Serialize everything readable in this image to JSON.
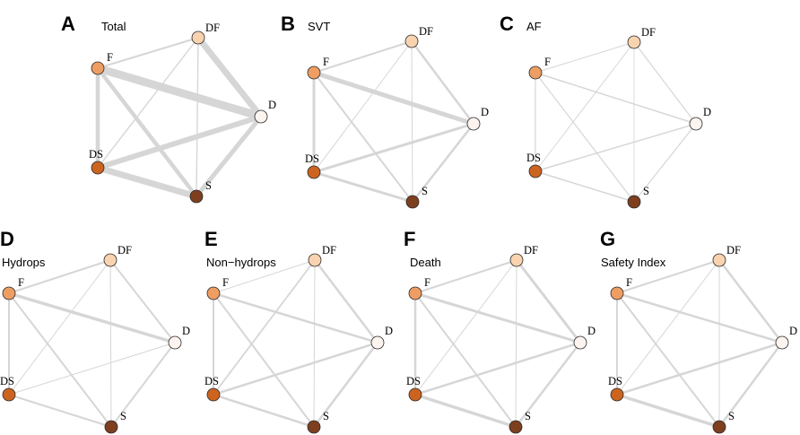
{
  "node_labels": {
    "DF": "DF",
    "F": "F",
    "D": "D",
    "DS": "DS",
    "S": "S"
  },
  "node_colors": {
    "DF": "#F9D3B0",
    "F": "#EE9E63",
    "D": "#FDF4EF",
    "DS": "#CC641F",
    "S": "#7E3F1F"
  },
  "edge_color": "#d6d6d6",
  "chart_data": [
    {
      "type": "network",
      "letter": "A",
      "title": "Total",
      "edges": [
        [
          "DF",
          "F",
          2
        ],
        [
          "DF",
          "D",
          7
        ],
        [
          "DF",
          "DS",
          1.4
        ],
        [
          "DF",
          "S",
          1.4
        ],
        [
          "F",
          "D",
          9
        ],
        [
          "F",
          "DS",
          4.5
        ],
        [
          "F",
          "S",
          4.5
        ],
        [
          "D",
          "DS",
          6
        ],
        [
          "D",
          "S",
          5
        ],
        [
          "DS",
          "S",
          7
        ]
      ]
    },
    {
      "type": "network",
      "letter": "B",
      "title": "SVT",
      "edges": [
        [
          "DF",
          "F",
          2
        ],
        [
          "DF",
          "D",
          2.5
        ],
        [
          "DF",
          "DS",
          1
        ],
        [
          "DF",
          "S",
          1
        ],
        [
          "F",
          "D",
          5
        ],
        [
          "F",
          "DS",
          3
        ],
        [
          "F",
          "S",
          2
        ],
        [
          "D",
          "DS",
          3
        ],
        [
          "D",
          "S",
          2.5
        ],
        [
          "DS",
          "S",
          3
        ]
      ]
    },
    {
      "type": "network",
      "letter": "C",
      "title": "AF",
      "edges": [
        [
          "DF",
          "F",
          1
        ],
        [
          "DF",
          "D",
          1.2
        ],
        [
          "DF",
          "DS",
          1
        ],
        [
          "DF",
          "S",
          0.8
        ],
        [
          "F",
          "D",
          1.5
        ],
        [
          "F",
          "DS",
          1.2
        ],
        [
          "F",
          "S",
          1.2
        ],
        [
          "D",
          "DS",
          1.5
        ],
        [
          "D",
          "S",
          1.2
        ],
        [
          "DS",
          "S",
          1.5
        ]
      ]
    },
    {
      "type": "network",
      "letter": "D",
      "title": "Hydrops",
      "edges": [
        [
          "DF",
          "F",
          2
        ],
        [
          "DF",
          "D",
          2
        ],
        [
          "DF",
          "DS",
          1
        ],
        [
          "DF",
          "S",
          1
        ],
        [
          "F",
          "D",
          3.5
        ],
        [
          "F",
          "DS",
          2
        ],
        [
          "F",
          "S",
          2
        ],
        [
          "D",
          "DS",
          1
        ],
        [
          "D",
          "S",
          2
        ],
        [
          "DS",
          "S",
          2
        ]
      ]
    },
    {
      "type": "network",
      "letter": "E",
      "title": "Non−hydrops",
      "edges": [
        [
          "DF",
          "F",
          1
        ],
        [
          "DF",
          "D",
          2.5
        ],
        [
          "DF",
          "DS",
          1.8
        ],
        [
          "DF",
          "S",
          1
        ],
        [
          "F",
          "D",
          2.5
        ],
        [
          "F",
          "DS",
          2
        ],
        [
          "F",
          "S",
          2
        ],
        [
          "D",
          "DS",
          2.5
        ],
        [
          "D",
          "S",
          2.5
        ],
        [
          "DS",
          "S",
          2.5
        ]
      ]
    },
    {
      "type": "network",
      "letter": "F",
      "title": "Death",
      "edges": [
        [
          "DF",
          "F",
          2
        ],
        [
          "DF",
          "D",
          3
        ],
        [
          "DF",
          "DS",
          1
        ],
        [
          "DF",
          "S",
          1
        ],
        [
          "F",
          "D",
          3
        ],
        [
          "F",
          "DS",
          2.5
        ],
        [
          "F",
          "S",
          2
        ],
        [
          "D",
          "DS",
          2.5
        ],
        [
          "D",
          "S",
          2.5
        ],
        [
          "DS",
          "S",
          3.5
        ]
      ]
    },
    {
      "type": "network",
      "letter": "G",
      "title": "Safety Index",
      "edges": [
        [
          "DF",
          "F",
          2
        ],
        [
          "DF",
          "D",
          2.5
        ],
        [
          "DF",
          "DS",
          1
        ],
        [
          "DF",
          "S",
          1
        ],
        [
          "F",
          "D",
          2.5
        ],
        [
          "F",
          "DS",
          2
        ],
        [
          "F",
          "S",
          2
        ],
        [
          "D",
          "DS",
          2.5
        ],
        [
          "D",
          "S",
          2.5
        ],
        [
          "DS",
          "S",
          3.5
        ]
      ]
    }
  ]
}
